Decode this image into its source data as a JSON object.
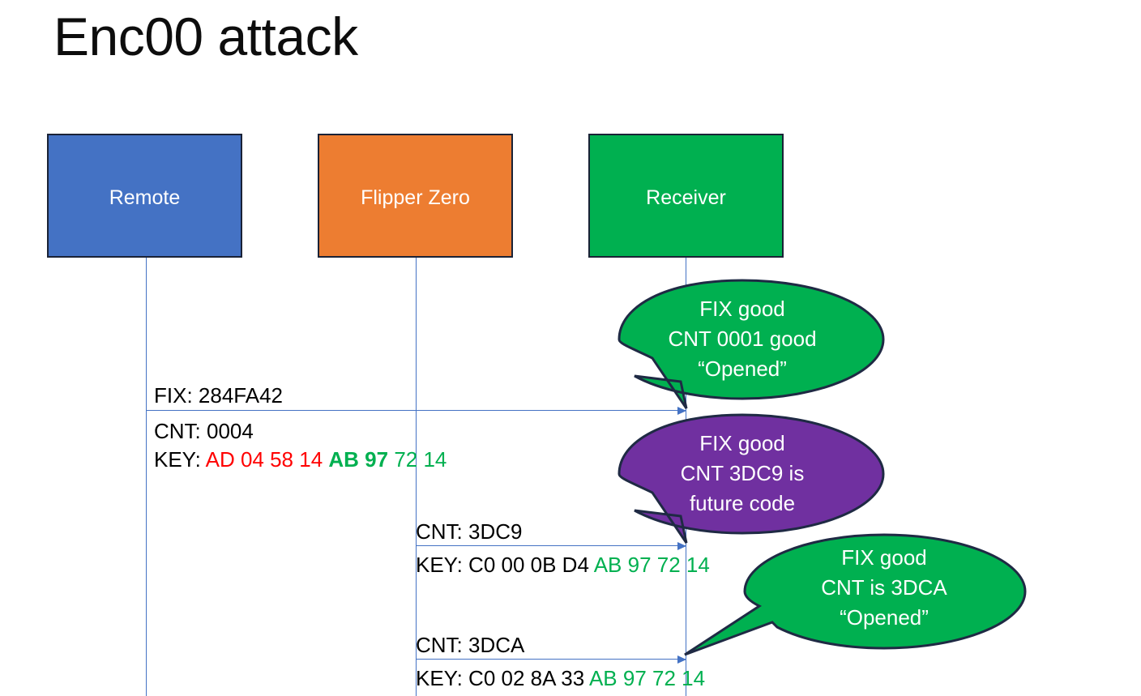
{
  "slide": {
    "title": "Enc00 attack"
  },
  "colors": {
    "remote_blue": "#4472C4",
    "flipper_orange": "#ED7D31",
    "receiver_green": "#00B050",
    "callout_purple": "#7030A0",
    "callout_border": "#1F2A44",
    "lifeline_blue": "#4472C4",
    "key_red": "#FF0000",
    "key_green": "#00B050",
    "text_black": "#000000"
  },
  "actors": [
    {
      "id": "remote",
      "label": "Remote"
    },
    {
      "id": "flipper",
      "label": "Flipper Zero"
    },
    {
      "id": "receiver",
      "label": "Receiver"
    }
  ],
  "messages": [
    {
      "id": "msg-1",
      "from": "remote",
      "to": "receiver",
      "fix_line": "FIX: 284FA42",
      "cnt_line": "CNT: 0004",
      "key_label": "KEY: ",
      "key_red": "AD 04 58 14 ",
      "key_green_bold": "AB 97 ",
      "key_green": "72 14"
    },
    {
      "id": "msg-2",
      "from": "flipper",
      "to": "receiver",
      "cnt_line": "CNT: 3DC9",
      "key_label": "KEY: C0 00 0B D4 ",
      "key_green": "AB 97 72 14"
    },
    {
      "id": "msg-3",
      "from": "flipper",
      "to": "receiver",
      "cnt_line": "CNT: 3DCA",
      "key_label": "KEY: C0 02 8A 33 ",
      "key_green": "AB 97 72 14"
    }
  ],
  "callouts": [
    {
      "id": "callout-1",
      "fill": "#00B050",
      "lines": [
        "FIX good",
        "CNT 0001 good",
        "“Opened”"
      ]
    },
    {
      "id": "callout-2",
      "fill": "#7030A0",
      "lines": [
        "FIX good",
        "CNT 3DC9 is",
        "future code"
      ]
    },
    {
      "id": "callout-3",
      "fill": "#00B050",
      "lines": [
        "FIX good",
        "CNT is 3DCA",
        "“Opened”"
      ]
    }
  ]
}
